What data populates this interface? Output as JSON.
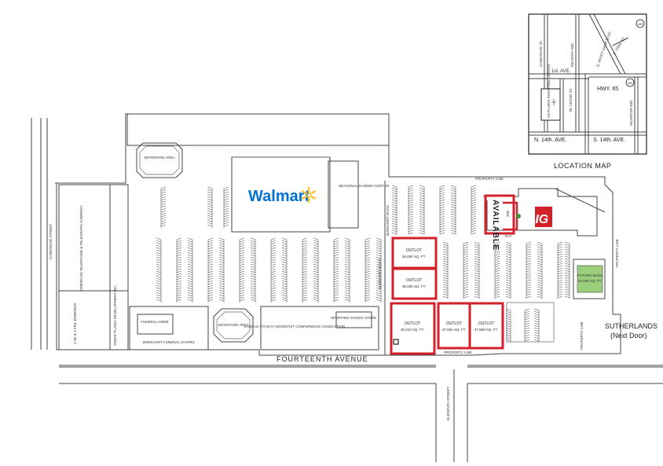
{
  "map": {
    "anchor_logo": "Walmart",
    "anchor_sub_label": "SEASONAL GARDEN CENTER",
    "available_label": "AVAILABLE",
    "big_r_logo": "BIG R",
    "dim_label": "78.5'",
    "dim_label_2": "200'",
    "detention_area_label": "DETENTION AREA",
    "property_line_label": "PROPERTY LINE",
    "burkhart_road_label": "BURKHART ROAD",
    "comanche_street_label": "COMANCHE STREET",
    "eleventh_street_label": "ELEVENTH STREET",
    "fourteenth_avenue_label": "FOURTEENTH AVENUE",
    "funeral_home_label": "FUNERAL HOME",
    "burkhart_chapel_label": "BURKHART FUNERAL CHAPEL",
    "kansas_label": "KANSAS 7TH DAY ADVENTIST CONFERENCE ASSOCIATION",
    "sporting_goods_label": "SPORTING GOODS STORE",
    "att_label": "AMERICAN TELEPHONE & TELEGRAPH COMPANY",
    "edwards_label": "C.W. & CYRIL EDWARDS",
    "great_plains_label": "GREAT PLAINS DEVELOPMENT INC.",
    "future_bldg_label": "FUTURE BLDG",
    "future_bldg_size": "20,000 SQ. FT.",
    "sutherlands_label": "SUTHERLANDS",
    "next_door_label": "(Next Door)",
    "outlots": [
      {
        "label": "OUTLOT",
        "size": "38,080 SQ. FT."
      },
      {
        "label": "OUTLOT",
        "size": "38,080 SQ. FT."
      },
      {
        "label": "OUTLOT",
        "size": "46,220 SQ. FT."
      },
      {
        "label": "OUTLOT",
        "size": "37,950 SQ. FT."
      },
      {
        "label": "OUTLOT",
        "size": "37,950 SQ. FT."
      }
    ]
  },
  "location_map": {
    "title": "LOCATION MAP",
    "streets": {
      "comanche": "COMANCHE ST.",
      "military": "MILITARY AVE.",
      "wyatt": "E. WYATT EARP BLVD.",
      "trail": "E. TRAIL ST.",
      "first_ave": "1st. AVE.",
      "cedar": "W. CEDAR ST.",
      "hwy65": "HWY. 65",
      "mcarthur": "MCARTOR AVE.",
      "n14": "N. 14th. AVE.",
      "s14": "S. 14th. AVE.",
      "center": "HY-PLAINS SHOPPING CENTER"
    },
    "route_400": "400",
    "route_283": "283"
  },
  "colors": {
    "outlot_border": "#d3202a",
    "walmart_blue": "#0071ce",
    "walmart_spark": "#ffc220",
    "big_r_red": "#d3202a",
    "line_gray": "#444444"
  }
}
